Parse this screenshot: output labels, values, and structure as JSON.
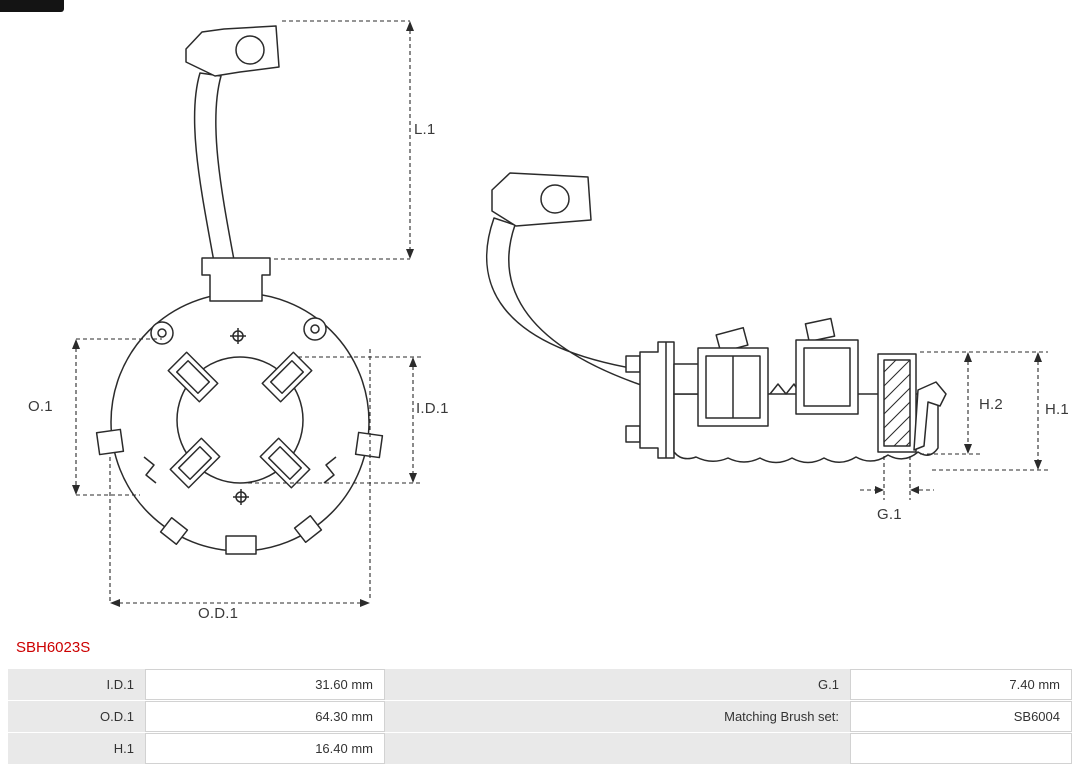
{
  "part": {
    "number": "SBH6023S"
  },
  "dimension_labels": {
    "l1": "L.1",
    "o1": "O.1",
    "id1": "I.D.1",
    "od1": "O.D.1",
    "h2": "H.2",
    "h1": "H.1",
    "g1": "G.1"
  },
  "spec_table": {
    "rows": [
      {
        "label_left": "I.D.1",
        "value_left": "31.60 mm",
        "label_right": "G.1",
        "value_right": "7.40 mm"
      },
      {
        "label_left": "O.D.1",
        "value_left": "64.30 mm",
        "label_right": "Matching Brush set:",
        "value_right": "SB6004"
      },
      {
        "label_left": "H.1",
        "value_left": "16.40 mm",
        "label_right": "",
        "value_right": ""
      }
    ]
  },
  "colors": {
    "part_number": "#cc0000",
    "drawing_line": "#2b2b2b",
    "table_label_bg": "#e9e9e9",
    "table_border": "#d2d2d2"
  }
}
